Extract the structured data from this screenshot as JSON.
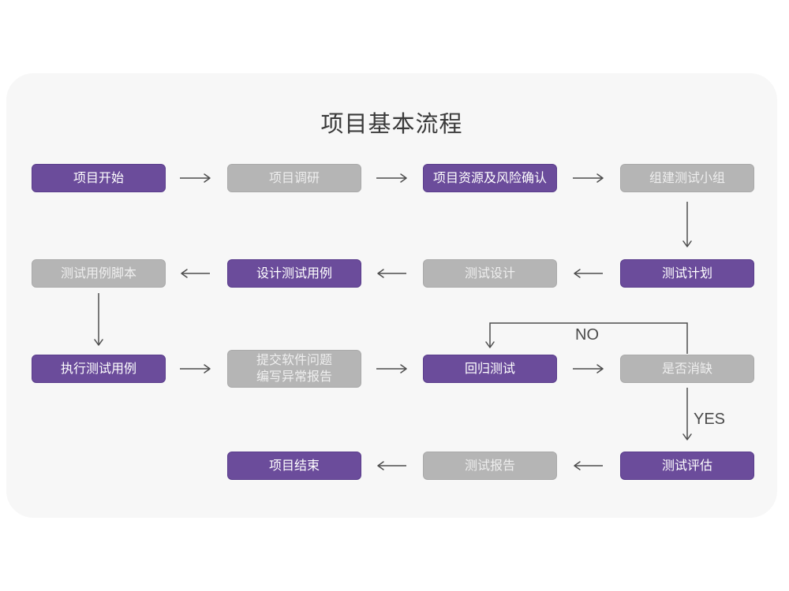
{
  "title": "项目基本流程",
  "colors": {
    "node_active": "#6b4c9b",
    "node_inactive": "#b5b5b5",
    "card_background": "#f7f7f7",
    "page_background": "#ffffff",
    "arrow": "#4d4d4d"
  },
  "nodes": {
    "start": {
      "label": "项目开始"
    },
    "research": {
      "label": "项目调研"
    },
    "resources": {
      "label": "项目资源及风险确认"
    },
    "team": {
      "label": "组建测试小组"
    },
    "plan": {
      "label": "测试计划"
    },
    "design": {
      "label": "测试设计"
    },
    "case_design": {
      "label": "设计测试用例"
    },
    "script": {
      "label": "测试用例脚本"
    },
    "execute": {
      "label": "执行测试用例"
    },
    "submit": {
      "label_line1": "提交软件问题",
      "label_line2": "编写异常报告"
    },
    "regression": {
      "label": "回归测试"
    },
    "defect": {
      "label": "是否消缺"
    },
    "evaluate": {
      "label": "测试评估"
    },
    "report": {
      "label": "测试报告"
    },
    "end": {
      "label": "项目结束"
    }
  },
  "edge_labels": {
    "no": "NO",
    "yes": "YES"
  }
}
